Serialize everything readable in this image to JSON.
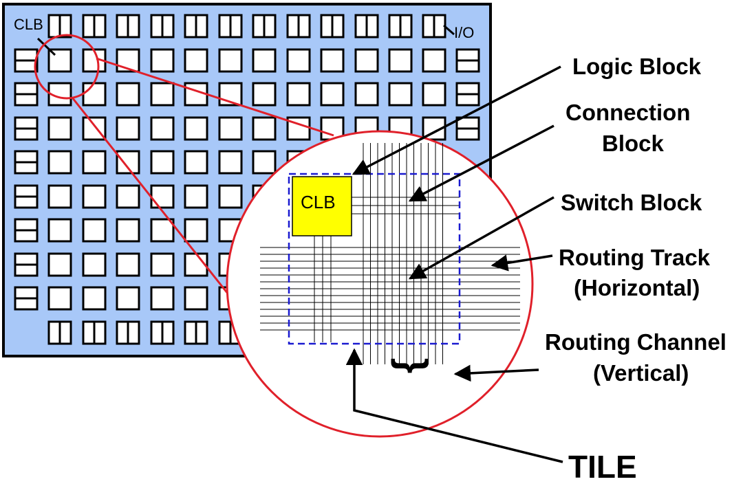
{
  "chip": {
    "clb_label": "CLB",
    "io_label": "I/O",
    "colors": {
      "chip_fill": "#a8c8f8",
      "magnifier": "#e0202a",
      "clb_fill": "#ffff00",
      "tile_outline": "#1a1ad0"
    }
  },
  "zoom": {
    "clb_label": "CLB"
  },
  "labels": {
    "logic_block": "Logic Block",
    "connection_block_1": "Connection",
    "connection_block_2": "Block",
    "switch_block": "Switch Block",
    "routing_track_1": "Routing Track",
    "routing_track_2": "(Horizontal)",
    "routing_channel_1": "Routing Channel",
    "routing_channel_2": "(Vertical)",
    "tile": "TILE",
    "brace": "{"
  }
}
